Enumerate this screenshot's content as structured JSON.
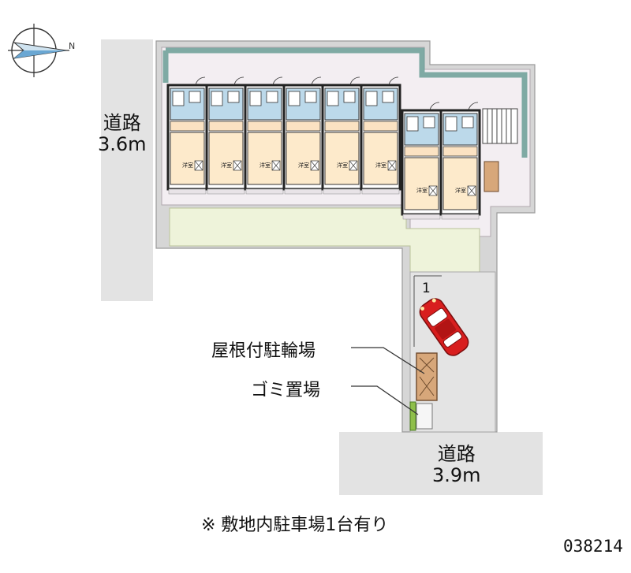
{
  "compass": {
    "north_letter": "N"
  },
  "roads": {
    "west": {
      "name": "道路",
      "width": "3.6m"
    },
    "south": {
      "name": "道路",
      "width": "3.9m"
    }
  },
  "labels": {
    "bicycle_parking": "屋根付駐輪場",
    "garbage": "ゴミ置場"
  },
  "parking": {
    "spot_number": "1"
  },
  "unit_label": "洋室",
  "note": "※ 敷地内駐車場1台有り",
  "property_code": "038214"
}
